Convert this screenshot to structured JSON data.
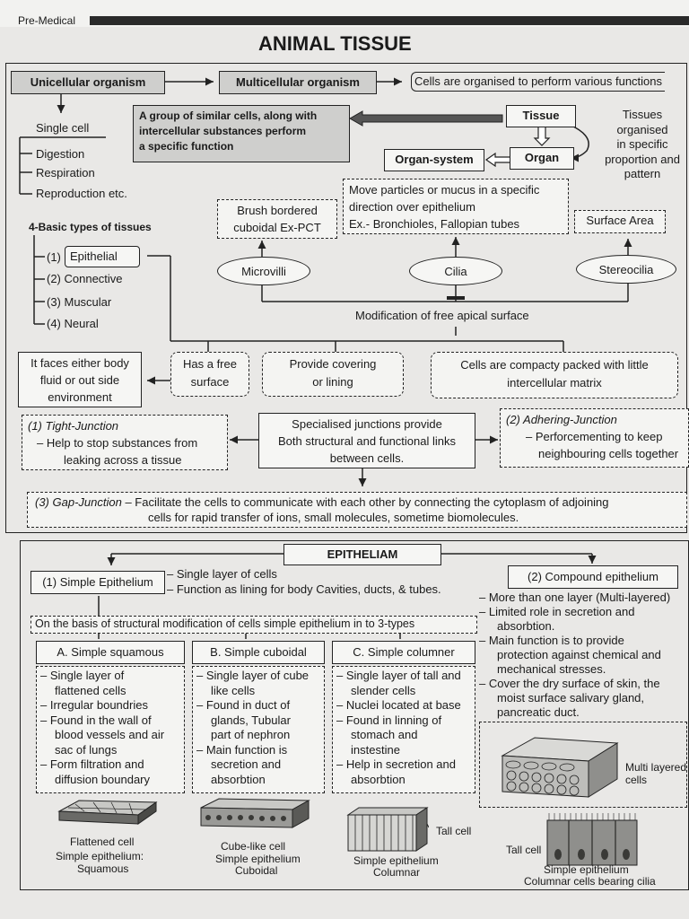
{
  "header": {
    "corner": "Pre-Medical",
    "title": "ANIMAL TISSUE"
  },
  "top": {
    "unicellular": "Unicellular organism",
    "multicellular": "Multicellular organism",
    "cells_organised": "Cells are organised to perform various functions",
    "single_cell": "Single cell",
    "functions": [
      "Digestion",
      "Respiration",
      "Reproduction etc."
    ],
    "group_def": [
      "A group of similar cells, along with",
      "intercellular substances perform",
      "a specific function"
    ],
    "tissue": "Tissue",
    "tissue_note": [
      "Tissues organised",
      "in specific",
      "proportion and",
      "pattern"
    ],
    "organ": "Organ",
    "organ_system": "Organ-system",
    "basic_types_title": "4-Basic types of tissues",
    "types": [
      "(1)",
      "Epithelial",
      "(2) Connective",
      "(3) Muscular",
      "(4) Neural"
    ],
    "brush": [
      "Brush bordered",
      "cuboidal Ex-PCT"
    ],
    "move": [
      "Move particles or mucus in a specific",
      "direction over epithelium",
      "Ex.- Bronchioles, Fallopian tubes"
    ],
    "surface_area": "Surface  Area",
    "microvilli": "Microvilli",
    "cilia": "Cilia",
    "stereocilia": "Stereocilia",
    "modification": "Modification of free apical surface",
    "faces": [
      "It faces either body",
      "fluid or out side",
      "environment"
    ],
    "free_surface": [
      "Has a free",
      "surface"
    ],
    "covering": [
      "Provide covering",
      "or lining"
    ],
    "packed": [
      "Cells are compacty packed with little",
      "intercellular matrix"
    ],
    "tight_title": "(1) Tight-Junction",
    "tight_desc": [
      "– Help to stop substances from",
      "leaking across a tissue"
    ],
    "junctions": [
      "Specialised junctions provide",
      "Both structural and functional links",
      "between cells."
    ],
    "adhering_title": "(2) Adhering-Junction",
    "adhering_desc": [
      "– Perforcementing to keep",
      "neighbouring cells together"
    ],
    "gap_title": "(3) Gap-Junction",
    "gap_desc": [
      "–  Facilitate the cells to communicate with each other by connecting the cytoplasm of adjoining",
      "cells for rapid transfer of ions, small molecules, sometime biomolecules."
    ]
  },
  "bottom": {
    "epitheliam": "EPITHELIAM",
    "simple": "(1) Simple Epithelium",
    "simple_desc": [
      "– Single layer of cells",
      "– Function as lining for body  Cavities, ducts, & tubes."
    ],
    "compound": "(2) Compound epithelium",
    "compound_desc": [
      "– More than one layer (Multi-layered)",
      "– Limited role in secretion and",
      "absorbtion.",
      "– Main function is to provide",
      "protection against chemical and",
      "mechanical stresses.",
      "– Cover the dry surface of skin, the",
      "moist surface salivary gland,",
      "pancreatic duct."
    ],
    "basis": "On the basis of structural modification of cells simple epithelium in to 3-types",
    "squamous_title": "A. Simple squamous",
    "squamous_list": [
      "– Single layer of",
      "flattened cells",
      "– Irregular boundries",
      "– Found in the wall of",
      "blood vessels and air",
      "sac of lungs",
      "– Form filtration and",
      "diffusion boundary"
    ],
    "cuboidal_title": "B. Simple cuboidal",
    "cuboidal_list": [
      "– Single layer of cube",
      "like cells",
      "– Found in duct of",
      "glands, Tubular",
      "part of nephron",
      "– Main function is",
      "secretion and",
      "absorbtion"
    ],
    "columnar_title": "C. Simple columner",
    "columnar_list": [
      "– Single layer of tall and",
      "slender cells",
      "– Nuclei located at base",
      "– Found in linning of",
      "stomach and",
      "instestine",
      "– Help in secretion and",
      "absorbtion"
    ],
    "multi_layered": [
      "Multi layered",
      "cells"
    ],
    "flattened_cell": "Flattened cell",
    "squamous_caption": [
      "Simple epithelium:",
      "Squamous"
    ],
    "cube_cell": "Cube-like cell",
    "cuboidal_caption": [
      "Simple epithelium",
      "Cuboidal"
    ],
    "tall_cell": "Tall cell",
    "columnar_caption": [
      "Simple epithelium",
      "Columnar"
    ],
    "tall_cell2": "Tall cell",
    "cilia_caption": [
      "Simple epithelium",
      "Columnar cells bearing cilia"
    ]
  },
  "colors": {
    "grey_box": "#cfcfcd",
    "paper": "#e9e8e6"
  }
}
